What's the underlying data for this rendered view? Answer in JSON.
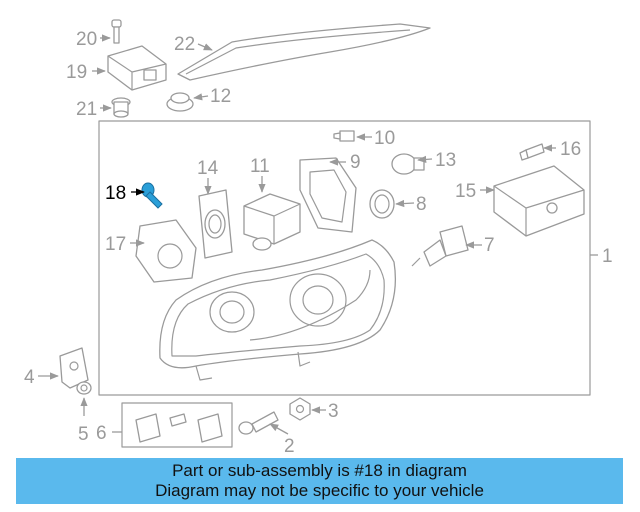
{
  "diagram": {
    "highlight_color": "#2a9fd8",
    "callouts": [
      "1",
      "2",
      "3",
      "4",
      "5",
      "6",
      "7",
      "8",
      "9",
      "10",
      "11",
      "12",
      "13",
      "14",
      "15",
      "16",
      "17",
      "18",
      "19",
      "20",
      "21",
      "22"
    ],
    "highlighted_callout": "18"
  },
  "banner": {
    "background": "#5ab9ed",
    "line1": "Part or sub-assembly is #18 in diagram",
    "line2": "Diagram may not be specific to your vehicle"
  }
}
